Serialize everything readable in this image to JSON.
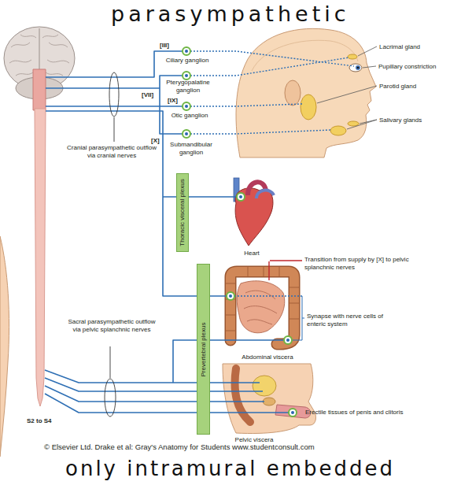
{
  "diagram": {
    "title": "parasympathetic",
    "caption": "only intramural embedded",
    "nodes": [
      {
        "text": [
          "Thoracic visceral plexus"
        ]
      },
      {
        "text": [
          "Prevertebral plexus"
        ]
      }
    ],
    "labels": [
      "[III]",
      "Lacrimal gland",
      "Ciliary ganglion",
      "Pupillary constriction",
      "Pterygopalatine ganglion",
      "Parotid gland",
      "[VII]",
      "[IX]",
      "Otic ganglion",
      "Salivary glands",
      "[X]",
      "Submandibular ganglion",
      "Cranial parasympathetic outflow via cranial nerves",
      "Heart",
      "Transition from supply by [X] to pelvic splanchnic nerves",
      "Synapse with nerve cells of enteric system",
      "Sacral parasympathetic outflow via pelvic splanchnic nerves",
      "Abdominal viscera",
      "S2 to S4",
      "Erectile tissues of penis and clitoris",
      "Pelvic viscera",
      "© Elsevier Ltd. Drake et al: Gray's Anatomy for Students www.studentconsult.com"
    ]
  }
}
